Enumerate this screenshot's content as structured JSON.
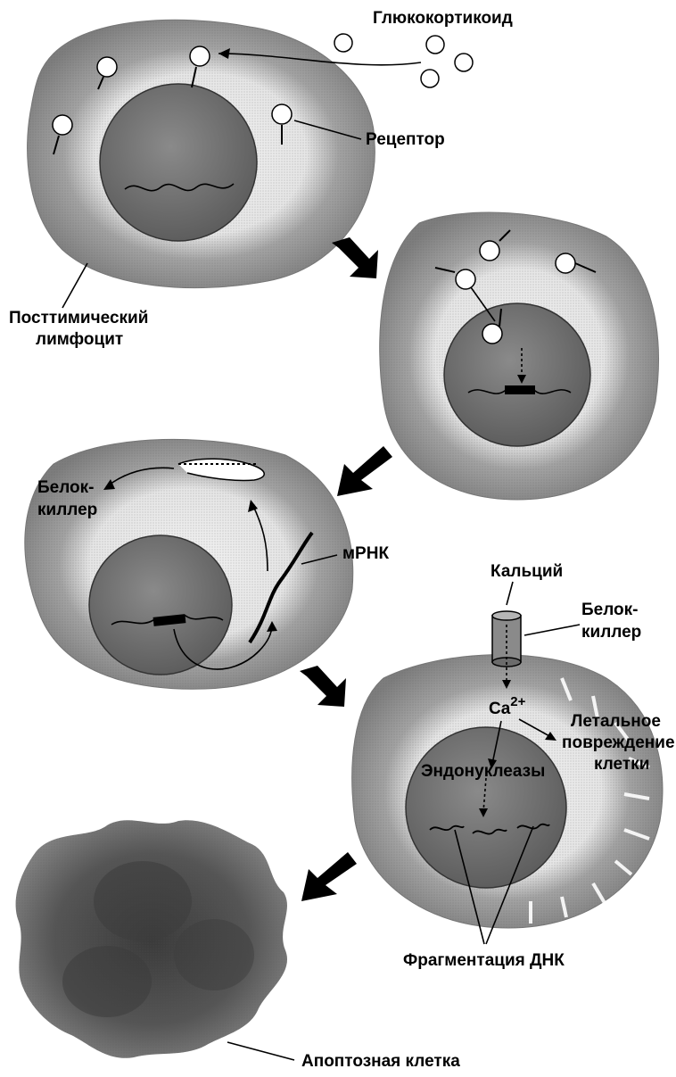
{
  "labels": {
    "glucocorticoid": "Глюкокортикоид",
    "receptor": "Рецептор",
    "posttimic_line1": "Посттимический",
    "posttimic_line2": "лимфоцит",
    "killer_protein_1_line1": "Белок-",
    "killer_protein_1_line2": "киллер",
    "mrna": "мРНК",
    "calcium": "Кальций",
    "killer_protein_2_line1": "Белок-",
    "killer_protein_2_line2": "киллер",
    "ca": "Ca",
    "ca_superscript": "2+",
    "lethal_line1": "Летальное",
    "lethal_line2": "повреждение",
    "lethal_line3": "клетки",
    "endonucleases": "Эндонуклеазы",
    "dna_fragmentation": "Фрагментация ДНК",
    "apoptotic_cell": "Апоптозная клетка"
  },
  "colors": {
    "cytoplasm": "#8f8f8f",
    "cytoplasm_light": "#d9d9d9",
    "nucleus": "#6b6b6b",
    "apoptotic": "#4a4a4a",
    "ink": "#000000"
  }
}
